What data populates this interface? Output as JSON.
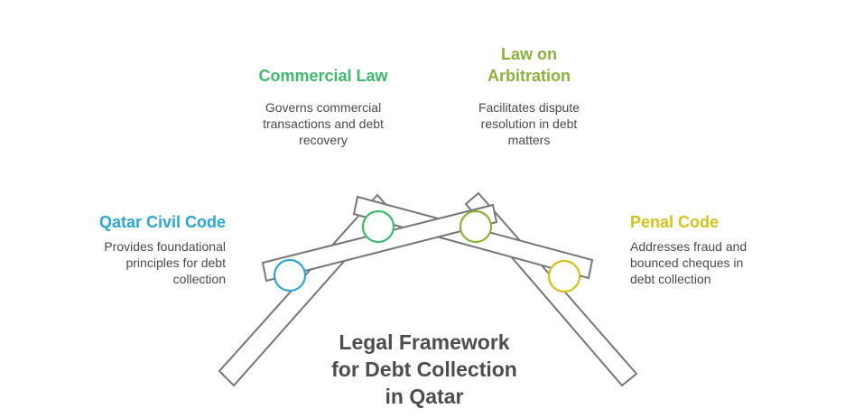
{
  "colors": {
    "civil": "#2aa8d4",
    "commercial": "#3dba6e",
    "arbitration": "#8bb13a",
    "penal": "#d4c21a",
    "structure": "#777777",
    "title": "#4d4d4d"
  },
  "items": {
    "civil": {
      "title": "Qatar Civil Code",
      "desc_lines": [
        "Provides foundational",
        "principles for debt",
        "collection"
      ]
    },
    "commercial": {
      "title": "Commercial Law",
      "desc_lines": [
        "Governs commercial",
        "transactions and debt",
        "recovery"
      ]
    },
    "arbitration": {
      "title_lines": [
        "Law on",
        "Arbitration"
      ],
      "desc_lines": [
        "Facilitates dispute",
        "resolution in debt",
        "matters"
      ]
    },
    "penal": {
      "title": "Penal Code",
      "desc_lines": [
        "Addresses fraud and",
        "bounced cheques in",
        "debt collection"
      ]
    }
  },
  "main_title_lines": [
    "Legal Framework",
    "for Debt Collection",
    "in Qatar"
  ]
}
